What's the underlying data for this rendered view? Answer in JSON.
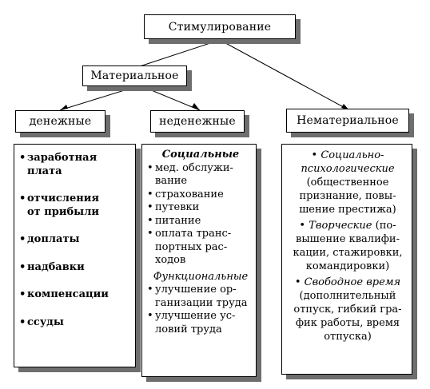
{
  "nodes": {
    "root": "Стимулирование",
    "material": "Материальное",
    "monetary": "денежные",
    "nonmonetary": "неденежные",
    "nonmaterial": "Нематериальное"
  },
  "monetary_items": [
    [
      "заработная",
      "плата"
    ],
    [
      "отчисления",
      "от прибыли"
    ],
    [
      "доплаты"
    ],
    [
      "надбавки"
    ],
    [
      "компенсации"
    ],
    [
      "ссуды"
    ]
  ],
  "nonmonetary": {
    "social_title": "Социальные",
    "social_items": [
      [
        "мед. обслужи-",
        "вание"
      ],
      [
        "страхование"
      ],
      [
        "путевки"
      ],
      [
        "питание"
      ],
      [
        "оплата транс-",
        "портных рас-",
        "ходов"
      ]
    ],
    "functional_title": "Функциональные",
    "functional_items": [
      [
        "улучшение ор-",
        "ганизации труда"
      ],
      [
        "улучшение ус-",
        "ловий труда"
      ]
    ]
  },
  "nonmaterial_items": {
    "socpsy_title1": "Социально-",
    "socpsy_title2": "психологические",
    "socpsy_lines": [
      "(общественное",
      "признание, повы-",
      "шение престижа)"
    ],
    "creative_title": "Творческие",
    "creative_line1_rest": " (по-",
    "creative_lines": [
      "вышение квалифи-",
      "кации, стажировки,",
      "командировки)"
    ],
    "freetime_title": "Свободное время",
    "freetime_lines": [
      "(дополнительный",
      "отпуск, гибкий гра-",
      "фик работы, время",
      "отпуска)"
    ]
  }
}
